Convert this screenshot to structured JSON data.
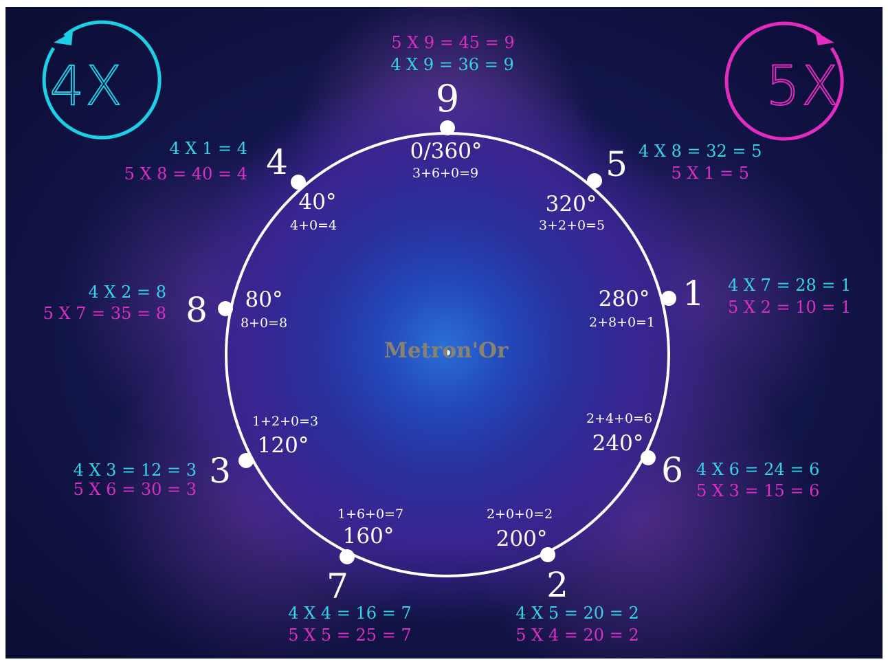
{
  "center_label": "Metron'Or",
  "badges": {
    "left": {
      "label": "4X",
      "color": "#1ccfe6"
    },
    "right": {
      "label": "5X",
      "color": "#e22cc0"
    }
  },
  "colors": {
    "cyan": "#34d3e6",
    "magenta": "#d92fc3",
    "white": "#ffffff",
    "center": "#8a8270"
  },
  "nodes": [
    {
      "id": "9",
      "number": "9",
      "degrees": "0/360°",
      "digit_sum": "3+6+0=9",
      "eq_cyan": "4 X 9 = 36 = 9",
      "eq_magenta": "5 X 9 = 45 = 9"
    },
    {
      "id": "5",
      "number": "5",
      "degrees": "320°",
      "digit_sum": "3+2+0=5",
      "eq_cyan": "4 X 8 = 32 = 5",
      "eq_magenta": "5 X 1 = 5"
    },
    {
      "id": "1",
      "number": "1",
      "degrees": "280°",
      "digit_sum": "2+8+0=1",
      "eq_cyan": "4 X 7 = 28 = 1",
      "eq_magenta": "5 X 2 = 10 = 1"
    },
    {
      "id": "6",
      "number": "6",
      "degrees": "240°",
      "digit_sum": "2+4+0=6",
      "eq_cyan": "4 X 6 = 24 = 6",
      "eq_magenta": "5 X 3 = 15 = 6"
    },
    {
      "id": "2",
      "number": "2",
      "degrees": "200°",
      "digit_sum": "2+0+0=2",
      "eq_cyan": "4 X 5 = 20 = 2",
      "eq_magenta": "5 X 4 = 20 = 2"
    },
    {
      "id": "7",
      "number": "7",
      "degrees": "160°",
      "digit_sum": "1+6+0=7",
      "eq_cyan": "4 X 4 = 16 = 7",
      "eq_magenta": "5 X 5 = 25 = 7"
    },
    {
      "id": "3",
      "number": "3",
      "degrees": "120°",
      "digit_sum": "1+2+0=3",
      "eq_cyan": "4 X 3 = 12 = 3",
      "eq_magenta": "5 X 6 = 30 = 3"
    },
    {
      "id": "8",
      "number": "8",
      "degrees": "80°",
      "digit_sum": "8+0=8",
      "eq_cyan": "4 X 2 = 8",
      "eq_magenta": "5 X 7 = 35 = 8"
    },
    {
      "id": "4",
      "number": "4",
      "degrees": "40°",
      "digit_sum": "4+0=4",
      "eq_cyan": "4 X 1 = 4",
      "eq_magenta": "5 X 8 = 40 = 4"
    }
  ]
}
